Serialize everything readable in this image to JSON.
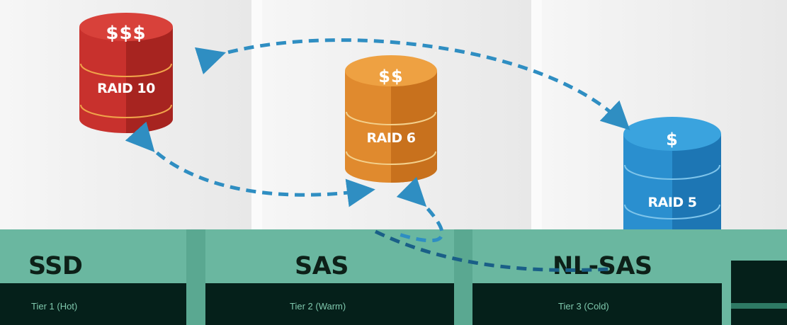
{
  "storage": [
    {
      "price": "$$$",
      "raid": "RAID 10",
      "color": "#c8312d"
    },
    {
      "price": "$$",
      "raid": "RAID 6",
      "color": "#e08a2e"
    },
    {
      "price": "$",
      "raid": "RAID 5",
      "color": "#2a8fcf"
    }
  ],
  "tiers": [
    {
      "label": "SSD",
      "subtitle": "Tier 1 (Hot)"
    },
    {
      "label": "SAS",
      "subtitle": "Tier 2 (Warm)"
    },
    {
      "label": "NL-SAS",
      "subtitle": "Tier 3 (Cold)"
    }
  ],
  "colors": {
    "arrow": "#2f8ec2",
    "teal": "#6ab7a0",
    "dark_bar": "#05201a"
  }
}
